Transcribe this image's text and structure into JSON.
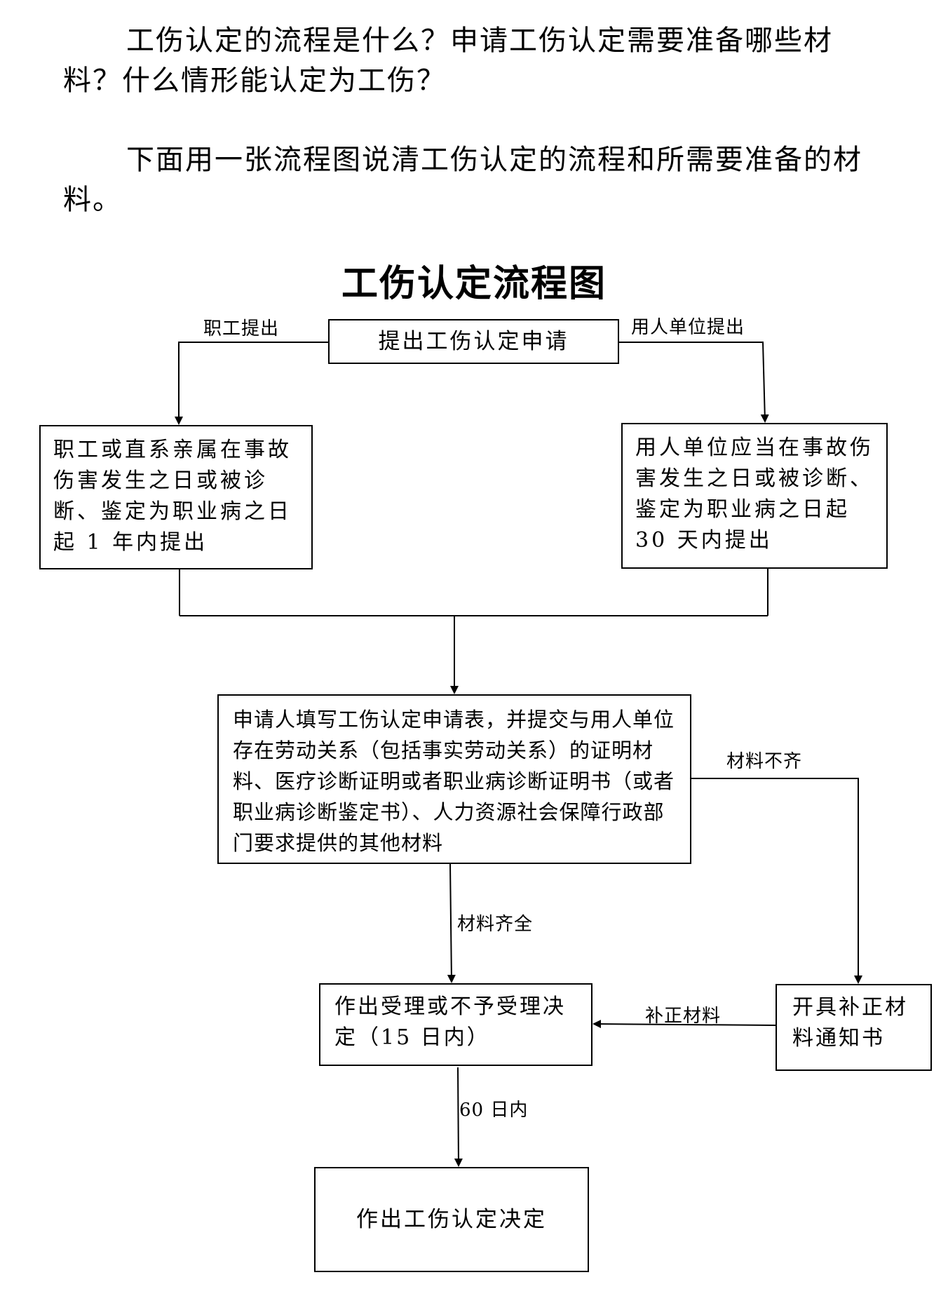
{
  "intro": {
    "paragraph1": "工伤认定的流程是什么？申请工伤认定需要准备哪些材料？什么情形能认定为工伤？",
    "paragraph2": "下面用一张流程图说清工伤认定的流程和所需要准备的材料。"
  },
  "flowchart": {
    "title": "工伤认定流程图",
    "nodes": {
      "start": "提出工伤认定申请",
      "worker": "职工或直系亲属在事故伤害发生之日或被诊断、鉴定为职业病之日起 1 年内提出",
      "employer": "用人单位应当在事故伤害发生之日或被诊断、鉴定为职业病之日起 30 天内提出",
      "apply": "申请人填写工伤认定申请表，并提交与用人单位存在劳动关系（包括事实劳动关系）的证明材料、医疗诊断证明或者职业病诊断证明书（或者职业病诊断鉴定书）、人力资源社会保障行政部门要求提供的其他材料",
      "accept": "作出受理或不予受理决定（15 日内）",
      "notice": "开具补正材料通知书",
      "final": "作出工伤认定决定"
    },
    "edges": {
      "worker_submit": "职工提出",
      "employer_submit": "用人单位提出",
      "incomplete": "材料不齐",
      "complete": "材料齐全",
      "supplement": "补正材料",
      "sixty_days": "60 日内"
    }
  }
}
